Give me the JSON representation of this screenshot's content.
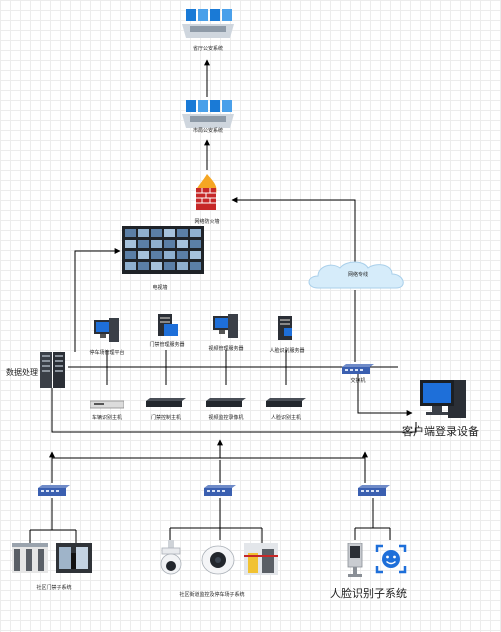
{
  "labels": {
    "provincial_security": "省厅公安系统",
    "city_security": "市局公安系统",
    "firewall": "网络防火墙",
    "tv_wall": "电视墙",
    "private_network": "网络专线",
    "data_processing": "数据处理",
    "switch_main": "交换机",
    "client_login": "客户端登录设备",
    "server_1": "停车场管理平台",
    "server_2": "门禁管理服务器",
    "server_3": "视频管理服务器",
    "server_4": "人脸识别服务器",
    "nvr_1": "车辆识别主机",
    "nvr_2": "门禁控制主机",
    "nvr_3": "视频监控录像机",
    "nvr_4": "人脸识别主机",
    "community_access": "社区门禁子系统",
    "street_monitoring": "社区街道监控及停车场子系统",
    "face_recognition": "人脸识别子系统"
  },
  "colors": {
    "line": "#000000",
    "cloud_fill": "#d6ecfa",
    "switch_blue": "#3a5fb0",
    "monitor_blue": "#1e6fd9"
  }
}
